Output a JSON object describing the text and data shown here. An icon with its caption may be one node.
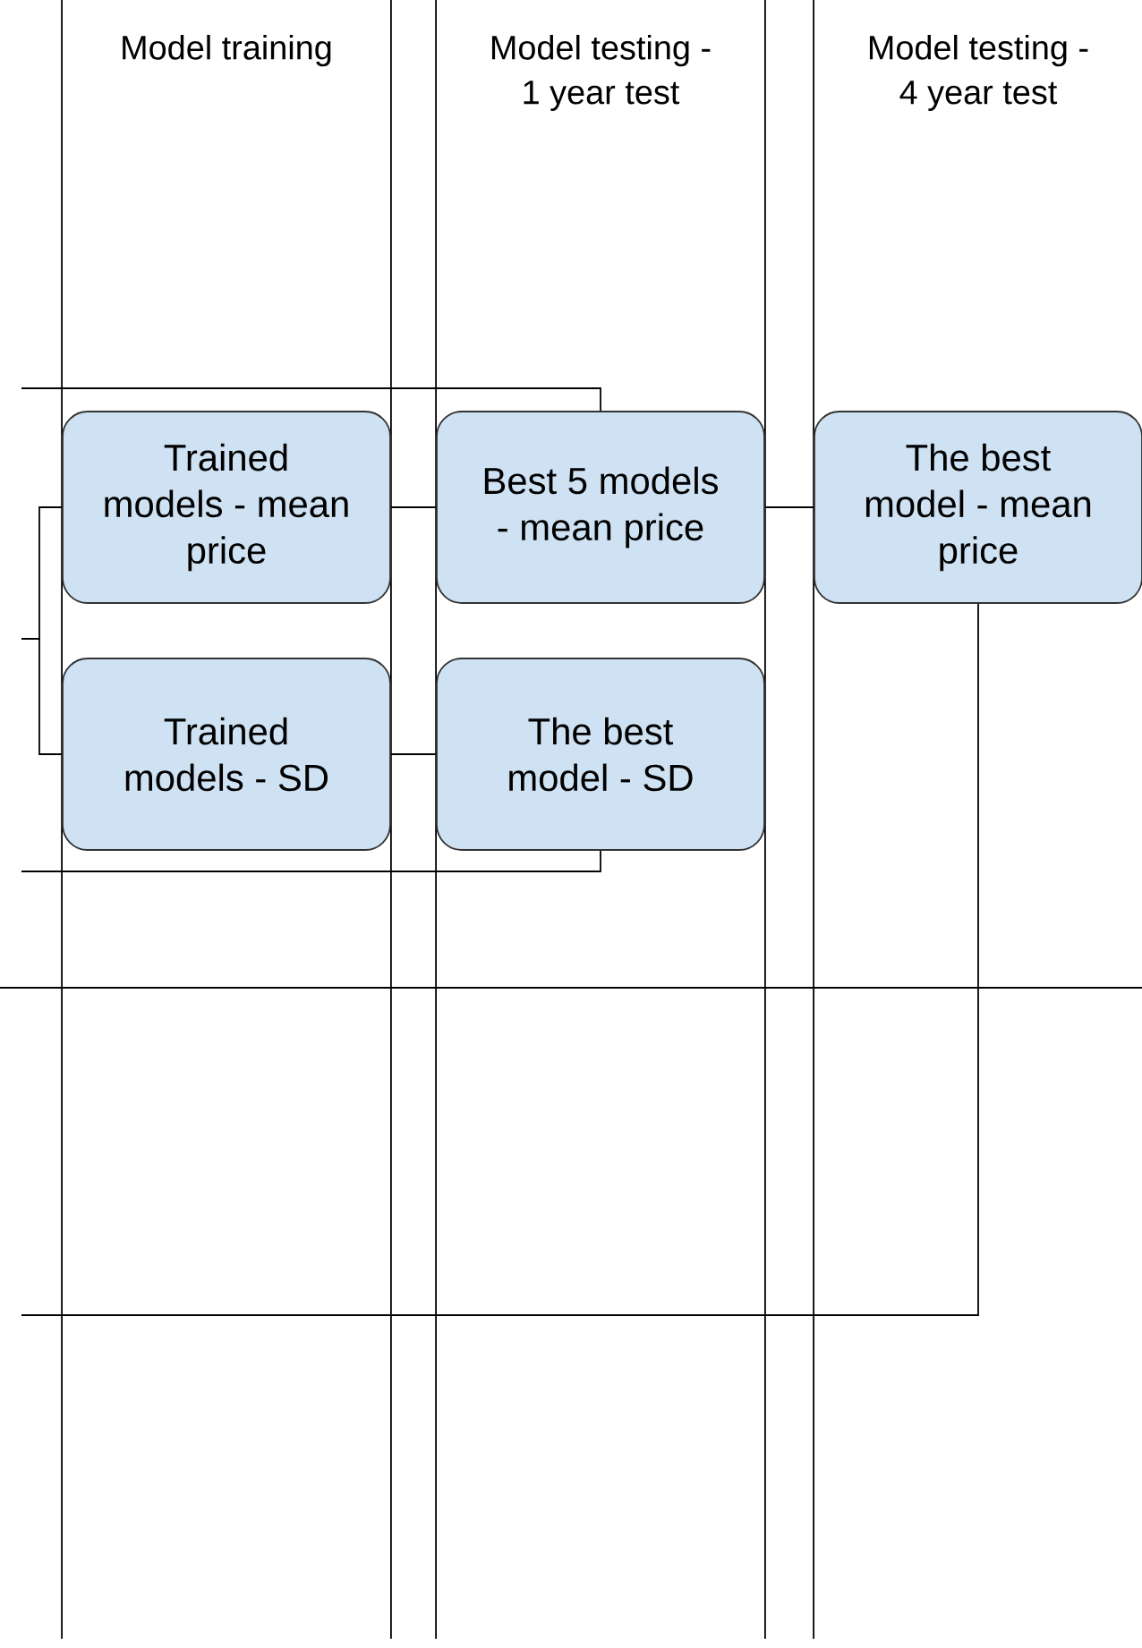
{
  "diagram": {
    "nodes": [
      {
        "text": [
          "Model training"
        ]
      },
      {
        "text": [
          "Model testing - 1 year test"
        ]
      },
      {
        "text": [
          "Model testing - 4 year test"
        ]
      },
      {
        "text": [
          "Trained models - mean price"
        ],
        "in": 0
      },
      {
        "text": [
          "Trained models - SD"
        ],
        "in": 0
      },
      {
        "text": [
          "Best 5 models - mean price"
        ],
        "in": 1
      },
      {
        "text": [
          "The best model - SD"
        ],
        "in": 1
      },
      {
        "text": [
          "The best model - mean price"
        ],
        "in": 2
      }
    ],
    "edges": [
      {
        "from": null,
        "to": 3,
        "arrow": "none"
      },
      {
        "from": null,
        "to": 4,
        "arrow": "none"
      },
      {
        "from": 3,
        "to": 5,
        "arrow": "none"
      },
      {
        "from": 4,
        "to": 6,
        "arrow": "none"
      },
      {
        "from": 5,
        "to": 7,
        "arrow": "none"
      },
      {
        "from": 5,
        "to": null,
        "arrow": "none"
      },
      {
        "from": 6,
        "to": null,
        "arrow": "none"
      },
      {
        "from": 7,
        "to": null,
        "arrow": "none"
      }
    ]
  }
}
